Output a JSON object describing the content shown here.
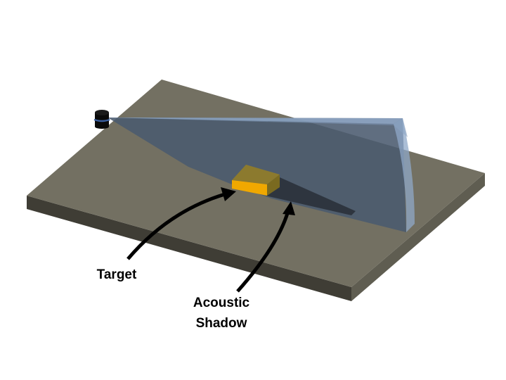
{
  "diagram": {
    "title": "Sonar acoustic shadow illustration",
    "labels": {
      "target": "Target",
      "shadow_line1": "Acoustic",
      "shadow_line2": "Shadow"
    },
    "elements": [
      "seafloor-slab",
      "sonar-transducer",
      "sonar-beam",
      "target-block",
      "acoustic-shadow",
      "target-arrow",
      "shadow-arrow"
    ],
    "colors": {
      "background": "#ffffff",
      "floor_top": "#737062",
      "floor_front": "#3f3d35",
      "floor_right": "#5f5d51",
      "beam": "#4a5a6e",
      "beam_edge": "#8fa8c8",
      "shadow": "#2a313a",
      "target_top": "#8c7a2e",
      "target_front": "#f0a800",
      "target_side": "#7a6a20",
      "arrow": "#000000",
      "transducer": "#0a0a0a",
      "transducer_band": "#3a5fa0"
    }
  }
}
